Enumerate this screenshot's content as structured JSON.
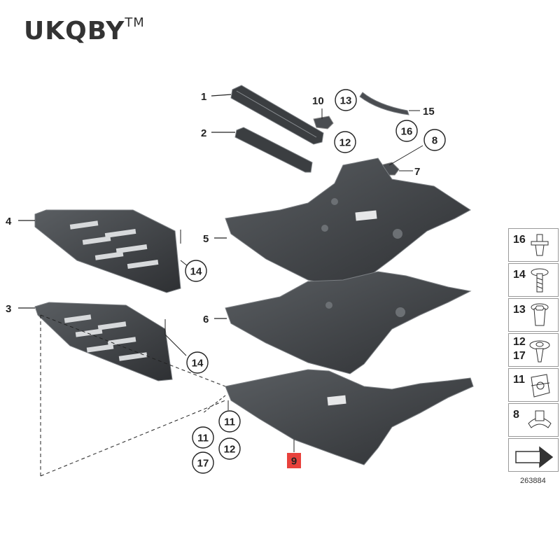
{
  "brand": {
    "name": "UKQBY",
    "tm": "TM"
  },
  "callouts": {
    "c1": "1",
    "c2": "2",
    "c3": "3",
    "c4": "4",
    "c5": "5",
    "c6": "6",
    "c7": "7",
    "c8": "8",
    "c9": "9",
    "c10": "10",
    "c11a": "11",
    "c11b": "11",
    "c12a": "12",
    "c12b": "12",
    "c13": "13",
    "c14a": "14",
    "c14b": "14",
    "c15": "15",
    "c16": "16",
    "c17": "17"
  },
  "legend": {
    "items": [
      "16",
      "14",
      "13",
      "12",
      "17",
      "11",
      "8"
    ]
  },
  "reference_number": "263884",
  "colors": {
    "part_fill": "#3a3d40",
    "part_edge": "#6c7074",
    "highlight": "#e8413c",
    "text": "#222222"
  }
}
